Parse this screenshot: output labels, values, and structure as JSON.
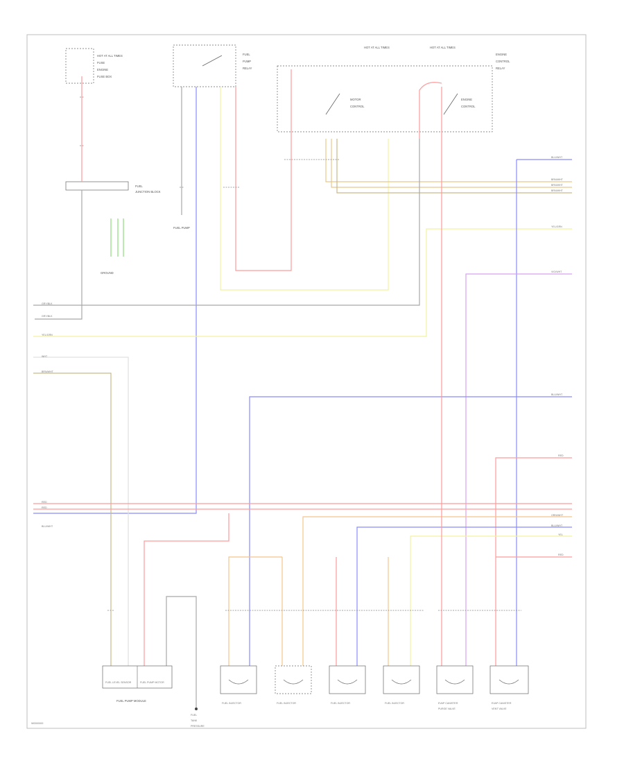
{
  "colors": {
    "red": "#ff9a9a",
    "yellow": "#f2f2a0",
    "blue": "#8a8aff",
    "violet": "#d8a0f0",
    "brown": "#c9b98a",
    "green": "#8edc7a",
    "gray": "#a8a8a8",
    "orange": "#f5c48a",
    "black": "#444444"
  },
  "labels": {
    "fuel_pump_module": "FUEL PUMP MODULE",
    "fuel_injector": "FUEL INJECTOR",
    "footer_code": "W0000000"
  }
}
